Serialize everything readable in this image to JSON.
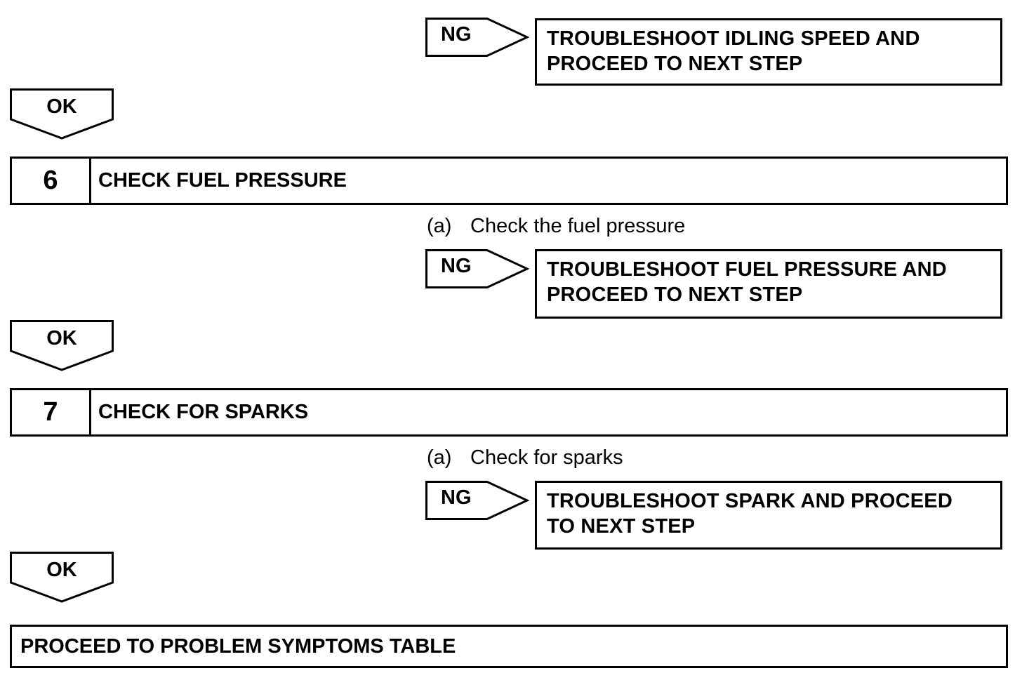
{
  "ng_label": "NG",
  "ok_label": "OK",
  "ng_results": [
    {
      "line1": "TROUBLESHOOT IDLING SPEED AND",
      "line2": "PROCEED TO NEXT STEP"
    },
    {
      "line1": "TROUBLESHOOT FUEL PRESSURE AND",
      "line2": "PROCEED TO NEXT STEP"
    },
    {
      "line1": "TROUBLESHOOT SPARK AND PROCEED",
      "line2": "TO NEXT STEP"
    }
  ],
  "steps": [
    {
      "number": "6",
      "title": "CHECK FUEL PRESSURE",
      "sub_marker": "(a)",
      "sub_text": "Check the fuel pressure"
    },
    {
      "number": "7",
      "title": "CHECK FOR SPARKS",
      "sub_marker": "(a)",
      "sub_text": "Check for sparks"
    }
  ],
  "final_step": "PROCEED TO PROBLEM SYMPTOMS TABLE"
}
